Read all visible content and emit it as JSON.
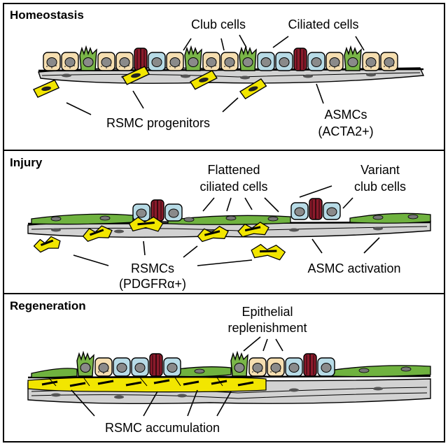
{
  "panels": {
    "homeostasis": {
      "title": "Homeostasis",
      "labels": {
        "club": "Club cells",
        "ciliated": "Ciliated cells",
        "rsmc": "RSMC progenitors",
        "asmc1": "ASMCs",
        "asmc2": "(ACTA2+)"
      }
    },
    "injury": {
      "title": "Injury",
      "labels": {
        "flat1": "Flattened",
        "flat2": "ciliated cells",
        "variant1": "Variant",
        "variant2": "club cells",
        "rsmcs1": "RSMCs",
        "rsmcs2": "(PDGFRα+)",
        "asmc_act": "ASMC activation"
      }
    },
    "regeneration": {
      "title": "Regeneration",
      "labels": {
        "epi1": "Epithelial",
        "epi2": "replenishment",
        "accum": "RSMC accumulation"
      }
    }
  },
  "colors": {
    "club": "#f5deb0",
    "ciliated": "#7ab648",
    "basal": "#b7dbe6",
    "neuroendocrine": "#8b1a2b",
    "smooth_muscle": "#d2d2d2",
    "rsmc": "#f2e600",
    "flat": "#6fb23f"
  }
}
